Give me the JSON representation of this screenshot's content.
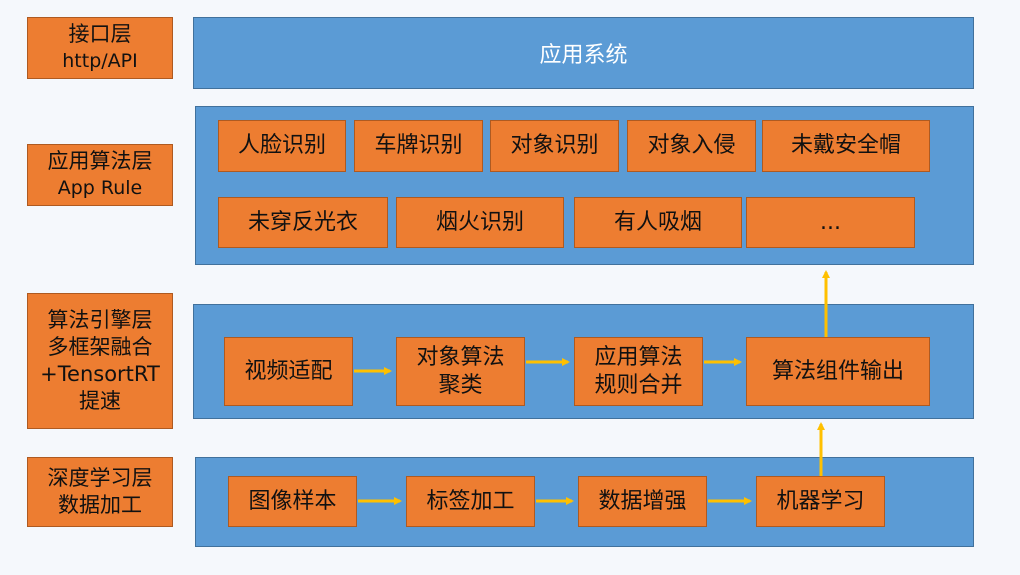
{
  "layers": {
    "interface": {
      "name": "接口层",
      "sub": "http/API",
      "content": "应用系统"
    },
    "app_algo": {
      "name": "应用算法层",
      "sub": "App Rule",
      "items": [
        "人脸识别",
        "车牌识别",
        "对象识别",
        "对象入侵",
        "未戴安全帽",
        "未穿反光衣",
        "烟火识别",
        "有人吸烟",
        "..."
      ]
    },
    "engine": {
      "name": "算法引擎层",
      "sub1": "多框架融合",
      "sub2": "+TensortRT",
      "sub3": "提速",
      "steps": [
        {
          "line1": "视频适配",
          "line2": ""
        },
        {
          "line1": "对象算法",
          "line2": "聚类"
        },
        {
          "line1": "应用算法",
          "line2": "规则合并"
        },
        {
          "line1": "算法组件输出",
          "line2": ""
        }
      ]
    },
    "deep": {
      "name": "深度学习层",
      "sub": "数据加工",
      "steps": [
        "图像样本",
        "标签加工",
        "数据增强",
        "机器学习"
      ]
    }
  },
  "colors": {
    "panel_blue": "#5b9bd5",
    "box_orange": "#ed7d31",
    "arrow_yellow": "#ffc000"
  }
}
